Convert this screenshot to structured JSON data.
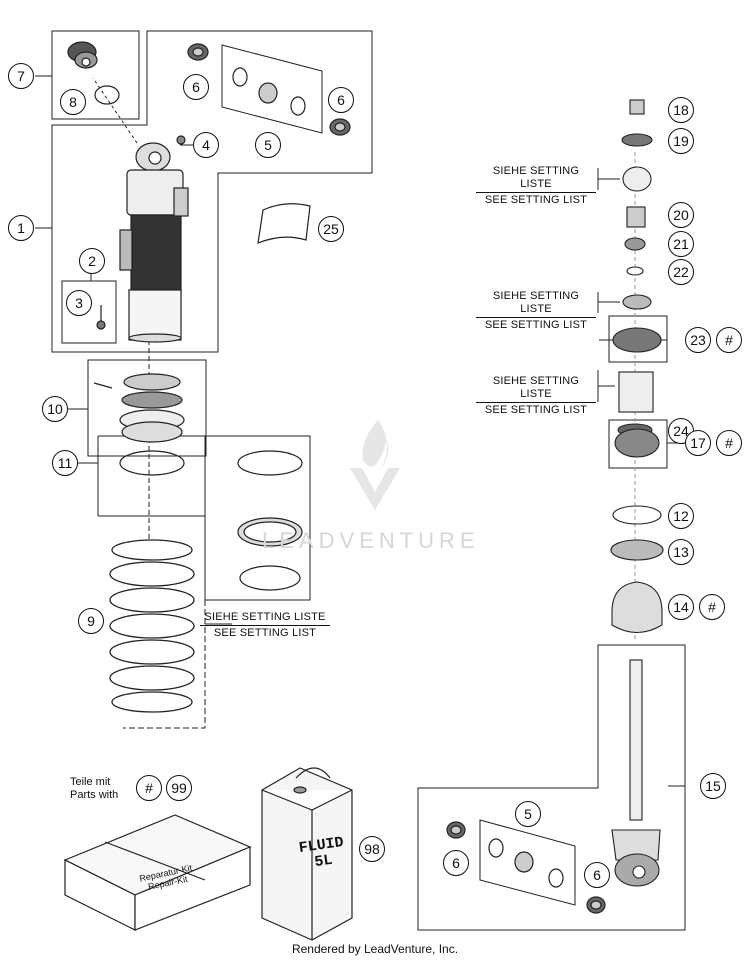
{
  "callouts": {
    "c1": "1",
    "c2": "2",
    "c3": "3",
    "c4": "4",
    "c5a": "5",
    "c5b": "5",
    "c6a": "6",
    "c6b": "6",
    "c6c": "6",
    "c6d": "6",
    "c7": "7",
    "c8": "8",
    "c9": "9",
    "c10": "10",
    "c11": "11",
    "c12": "12",
    "c13": "13",
    "c14": "14",
    "c15": "15",
    "c17": "17",
    "c18": "18",
    "c19": "19",
    "c20": "20",
    "c21": "21",
    "c22": "22",
    "c23": "23",
    "c24": "24",
    "c25": "25",
    "c98": "98",
    "c99": "99",
    "hash_marker": "#"
  },
  "notes": {
    "setting_de": "SIEHE SETTING LISTE",
    "setting_en": "SEE SETTING LIST"
  },
  "kit": {
    "parts_de": "Teile mit",
    "parts_en": "Parts with",
    "box_label_de": "Reparatur-Kit",
    "box_label_en": "Repair-Kit"
  },
  "fluid": {
    "line1": "FLUID",
    "line2": "5L"
  },
  "watermark": "LEADVENTURE",
  "footer": "Rendered by LeadVenture, Inc."
}
